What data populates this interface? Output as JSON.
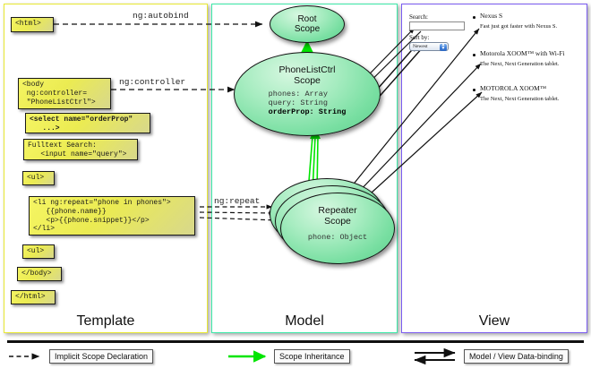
{
  "title": "AngularJS Template / Model / View data-binding diagram",
  "columns": [
    {
      "id": "template",
      "label": "Template",
      "border_color": "#e8e832"
    },
    {
      "id": "model",
      "label": "Model",
      "border_color": "#3ce8a8"
    },
    {
      "id": "view",
      "label": "View",
      "border_color": "#7b5cf0"
    }
  ],
  "template": {
    "boxes": [
      {
        "name": "html-open-tag",
        "text": "<html>"
      },
      {
        "name": "body-controller-tag",
        "text": "<body\n ng:controller=\n \"PhoneListCtrl\">"
      },
      {
        "name": "select-orderprop-tag",
        "text": "<select name=\"orderProp\"\n   ...>"
      },
      {
        "name": "fulltext-search-input",
        "text": "Fulltext Search:\n   <input name=\"query\">"
      },
      {
        "name": "ul-open-tag",
        "text": "<ul>"
      },
      {
        "name": "li-ngrepeat-tag",
        "text": "<li ng:repeat=\"phone in phones\">\n   {{phone.name}}\n   <p>{{phone.snippet}}</p>\n</li>"
      },
      {
        "name": "ul-close-tag",
        "text": "<ul>"
      },
      {
        "name": "body-close-tag",
        "text": "</body>"
      },
      {
        "name": "html-close-tag",
        "text": "</html>"
      }
    ]
  },
  "model": {
    "scopes": [
      {
        "name": "root-scope",
        "title": "Root\nScope",
        "props": []
      },
      {
        "name": "phonelistctrl-scope",
        "title": "PhoneListCtrl\nScope",
        "props": [
          {
            "text": "phones: Array",
            "bold": false
          },
          {
            "text": "query: String",
            "bold": false
          },
          {
            "text": "orderProp: String",
            "bold": true
          }
        ]
      },
      {
        "name": "repeater-scope",
        "title": "Repeater\nScope",
        "props": [
          {
            "text": "phone: Object",
            "bold": false
          }
        ]
      }
    ]
  },
  "connectors": [
    {
      "name": "ng-autobind-label",
      "label": "ng:autobind"
    },
    {
      "name": "ng-controller-label",
      "label": "ng:controller"
    },
    {
      "name": "ng-repeat-label",
      "label": "ng:repeat"
    }
  ],
  "view": {
    "search_label": "Search:",
    "search_value": "",
    "search_placeholder": "",
    "sort_label": "Sort by:",
    "sort_selected": "Newest",
    "sort_options": [
      "Newest"
    ],
    "phones": [
      {
        "name": "Nexus S",
        "snippet": "Fast just got faster with Nexus S."
      },
      {
        "name": "Motorola XOOM™ with Wi-Fi",
        "snippet": "The Next, Next Generation tablet."
      },
      {
        "name": "MOTOROLA XOOM™",
        "snippet": "The Next, Next Generation tablet."
      }
    ]
  },
  "legend": {
    "items": [
      {
        "name": "legend-implicit-scope-declaration",
        "label": "Implicit Scope Declaration",
        "style": "dashed-arrow",
        "color": "#111111"
      },
      {
        "name": "legend-scope-inheritance",
        "label": "Scope Inheritance",
        "style": "green-arrow",
        "color": "#00e500"
      },
      {
        "name": "legend-model-view-data-binding",
        "label": "Model / View Data-binding",
        "style": "double-arrow",
        "color": "#111111"
      }
    ]
  },
  "colors": {
    "code_box": "#ebeb52",
    "scope_fill": "#79dfa2",
    "inheritance_arrow": "#00e500",
    "template_border": "#e8e832",
    "model_border": "#3ce8a8",
    "view_border": "#7b5cf0"
  }
}
